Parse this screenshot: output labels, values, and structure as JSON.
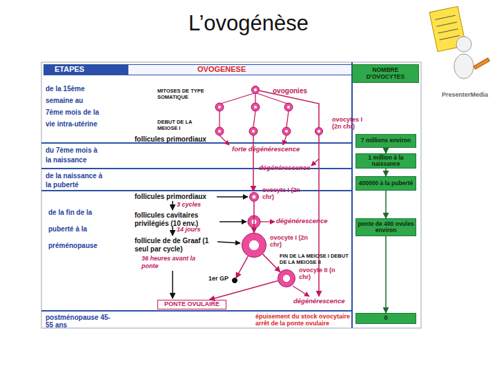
{
  "diagram": {
    "title": "L’ovogénèse",
    "nodes": [
      {
        "text": [
          "ETAPES"
        ]
      },
      {
        "text": [
          "OVOGENESE"
        ]
      },
      {
        "text": [
          "NOMBRE D'OVOCYTES"
        ]
      },
      {
        "text": [
          "ovogonies"
        ]
      },
      {
        "text": [
          "ovocytes I (2n chr)"
        ]
      },
      {
        "text": [
          "7 millions environ"
        ]
      },
      {
        "text": [
          "1 million à la naissance"
        ]
      },
      {
        "text": [
          "400000 à la puberté"
        ]
      },
      {
        "text": [
          "ovocyte I (2n chr)"
        ]
      },
      {
        "text": [
          "ponte de 400 ovules environ"
        ]
      },
      {
        "text": [
          "ovocyte I (2n chr)"
        ]
      },
      {
        "text": [
          "1er GP"
        ]
      },
      {
        "text": [
          "ovocyte II (n chr)"
        ]
      },
      {
        "text": [
          "PONTE OVULAIRE"
        ]
      },
      {
        "text": [
          "0"
        ]
      }
    ],
    "edges": [
      {
        "from": 3,
        "to": 4,
        "arrow": "none"
      },
      {
        "from": 5,
        "to": 6,
        "arrow": "to"
      },
      {
        "from": 6,
        "to": 7,
        "arrow": "to"
      },
      {
        "from": 8,
        "to": 10,
        "arrow": "to"
      },
      {
        "from": 7,
        "to": 9,
        "arrow": "to"
      },
      {
        "from": 10,
        "to": 11,
        "arrow": "to"
      },
      {
        "from": 10,
        "to": 12,
        "arrow": "to"
      },
      {
        "from": 12,
        "to": 13,
        "arrow": "to"
      },
      {
        "from": 9,
        "to": 14,
        "arrow": "to"
      }
    ],
    "labels": [
      "de la 15ème semaine au 7ème mois de la vie intra-utérine",
      "MITOSES DE TYPE SOMATIQUE",
      "DEBUT DE LA MEIOSE I",
      "follicules primordiaux",
      "du 7ème mois à la naissance",
      "forte dégénérescence",
      "de la naissance à la puberté",
      "dégénérescence",
      "follicules primordiaux",
      "de la fin de la puberté à la préménopause",
      "3 cycles",
      "follicules cavitaires privilégiés (10 env.)",
      "dégénérescence",
      "14 jours",
      "follicule de de Graaf (1 seul par cycle)",
      "36 heures avant la ponte",
      "FIN DE LA MEIOSE I DEBUT DE LA MEIOSE II",
      "dégénérescence",
      "postménopause 45-55 ans",
      "épuisement du stock ovocytaire arrêt de la ponte ovulaire",
      "PresenterMedia"
    ]
  }
}
